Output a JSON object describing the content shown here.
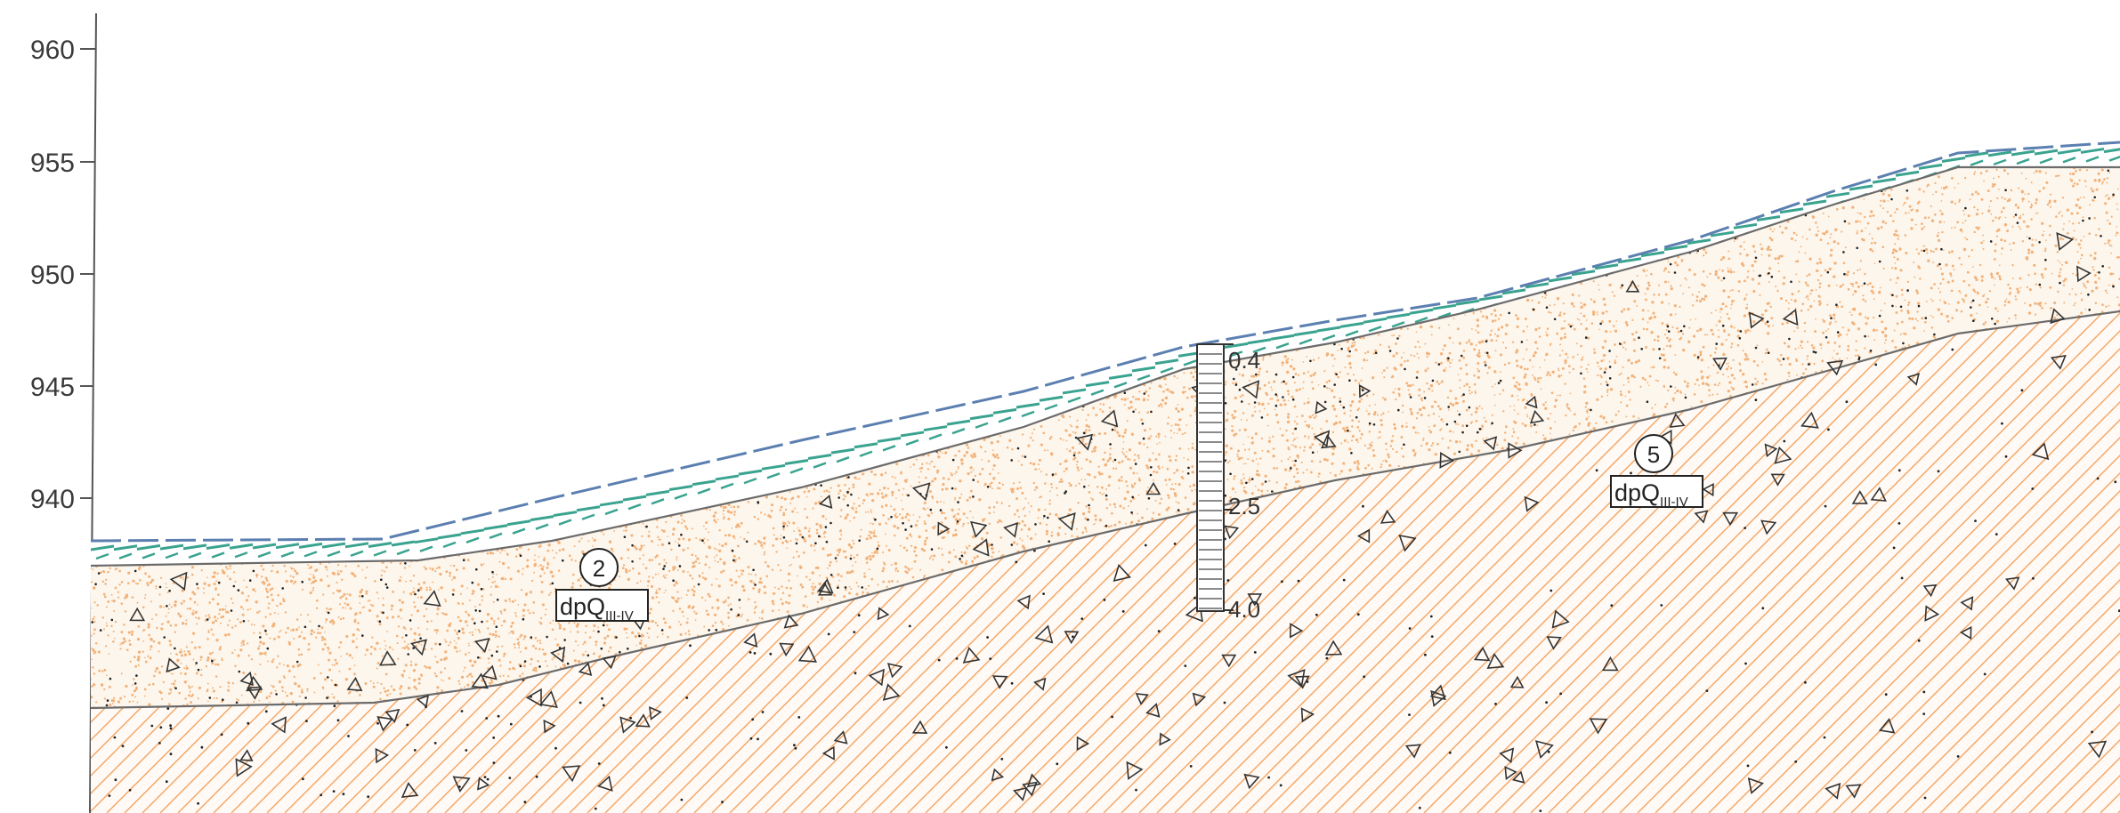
{
  "elevation_axis": {
    "ticks": [
      960,
      955,
      950,
      945,
      940
    ]
  },
  "borehole": {
    "depths": [
      "0.4",
      "2.5",
      "4.0"
    ]
  },
  "layers": [
    {
      "number": "2",
      "code": "dpQ",
      "subscript": "III-IV"
    },
    {
      "number": "5",
      "code": "dpQ",
      "subscript": "III-IV"
    }
  ],
  "colors": {
    "topsoil_hatch": "#3aa38f",
    "topsoil_edge": "#5b7fb0",
    "sand_speckle": "#f2b27a",
    "clay_hatch": "#f3a463",
    "boundary_line": "#6b6b6b",
    "axis_line": "#555555"
  }
}
